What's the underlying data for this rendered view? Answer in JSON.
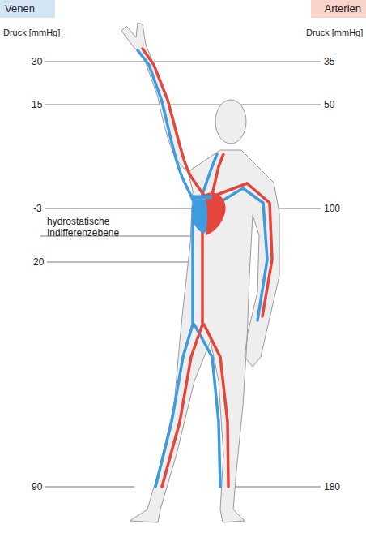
{
  "diagram": {
    "nodes": [
      {
        "text": [
          "Venen"
        ]
      },
      {
        "text": [
          "Arterien"
        ]
      }
    ],
    "edges": [],
    "labels": [
      "Druck [mmHg]",
      "Druck [mmHg]",
      "-30",
      "35",
      "-15",
      "50",
      "-3",
      "100",
      "hydrostatische Indifferenzebene",
      "20",
      "90",
      "180"
    ]
  }
}
